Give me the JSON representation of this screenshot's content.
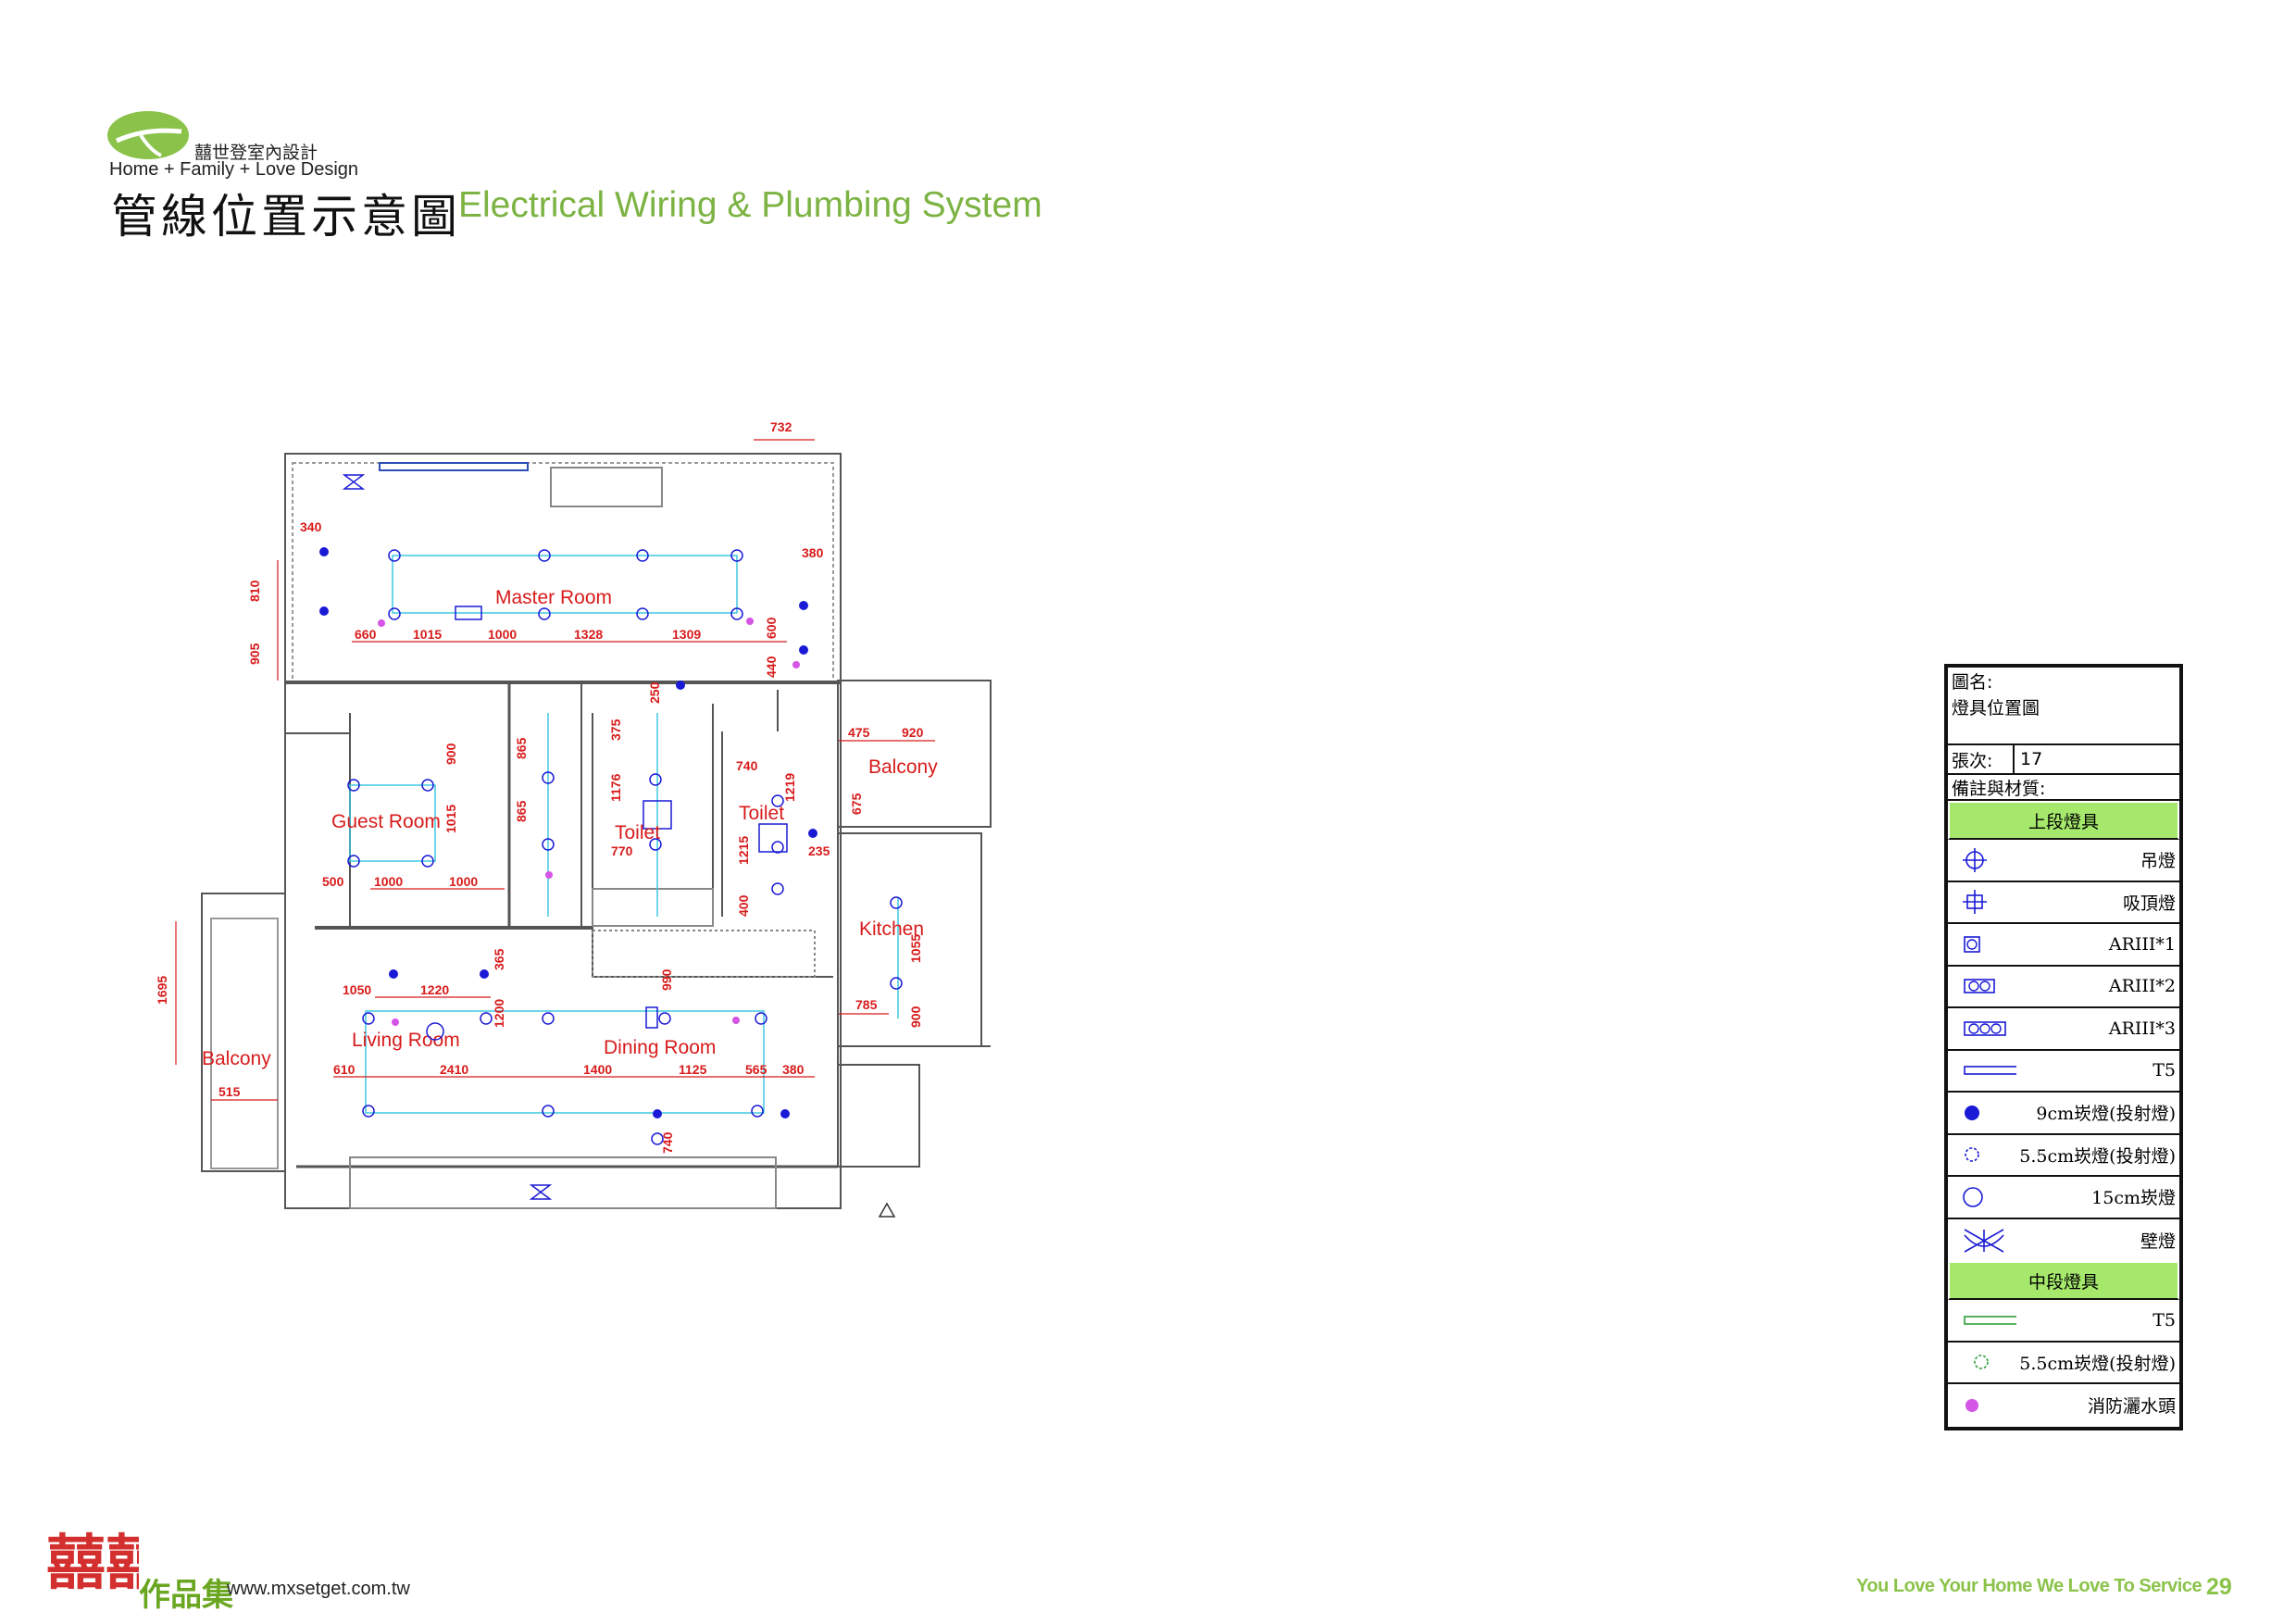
{
  "header": {
    "brand_cn": "囍世登室內設計",
    "brand_en": "Home + Family + Love Design",
    "title_cn": "管線位置示意圖",
    "title_en": "Electrical Wiring & Plumbing System"
  },
  "floorplan": {
    "rooms": {
      "master": "Master Room",
      "guest": "Guest Room",
      "toilet1": "Toilet",
      "toilet2": "Toilet",
      "balcony_right": "Balcony",
      "kitchen": "Kitchen",
      "living": "Living Room",
      "dining": "Dining Room",
      "balcony_left": "Balcony"
    },
    "dimensions": {
      "d732": "732",
      "d340": "340",
      "d380a": "380",
      "d810": "810",
      "d905": "905",
      "d660": "660",
      "d1015a": "1015",
      "d1000a": "1000",
      "d1328": "1328",
      "d1309": "1309",
      "d600": "600",
      "d440": "440",
      "d250": "250",
      "d375": "375",
      "d1176": "1176",
      "d770": "770",
      "d740a": "740",
      "d1219": "1219",
      "d1215": "1215",
      "d235": "235",
      "d400": "400",
      "d475": "475",
      "d920": "920",
      "d675": "675",
      "d900a": "900",
      "d865a": "865",
      "d865b": "865",
      "d1015b": "1015",
      "d500": "500",
      "d1000b": "1000",
      "d1000c": "1000",
      "d1055": "1055",
      "d785": "785",
      "d900b": "900",
      "d1695": "1695",
      "d1050": "1050",
      "d1220": "1220",
      "d365": "365",
      "d990": "990",
      "d1200": "1200",
      "d610": "610",
      "d2410": "2410",
      "d1400": "1400",
      "d1125": "1125",
      "d565": "565",
      "d380b": "380",
      "d515": "515",
      "d740b": "740"
    }
  },
  "legend": {
    "drawing_name_label": "圖名:",
    "drawing_name": "燈具位置圖",
    "sheet_label": "張次:",
    "sheet_no": "17",
    "notes_label": "備註與材質:",
    "upper_section": "上段燈具",
    "upper_items": [
      {
        "label": "吊燈",
        "icon": "pendant-light-icon"
      },
      {
        "label": "吸頂燈",
        "icon": "ceiling-light-icon"
      },
      {
        "label": "ARIII*1",
        "icon": "ar111-single-icon"
      },
      {
        "label": "ARIII*2",
        "icon": "ar111-double-icon"
      },
      {
        "label": "ARIII*3",
        "icon": "ar111-triple-icon"
      },
      {
        "label": "T5",
        "icon": "t5-tube-icon"
      },
      {
        "label": "9cm崁燈(投射燈)",
        "icon": "9cm-downlight-icon"
      },
      {
        "label": "5.5cm崁燈(投射燈)",
        "icon": "5cm-downlight-icon"
      },
      {
        "label": "15cm崁燈",
        "icon": "15cm-downlight-icon"
      },
      {
        "label": "壁燈",
        "icon": "wall-lamp-icon"
      }
    ],
    "middle_section": "中段燈具",
    "middle_items": [
      {
        "label": "T5",
        "icon": "t5-tube-green-icon"
      },
      {
        "label": "5.5cm崁燈(投射燈)",
        "icon": "5cm-downlight-green-icon"
      },
      {
        "label": "消防灑水頭",
        "icon": "sprinkler-icon"
      }
    ],
    "colors": {
      "blue": "#1a1ad6",
      "green": "#2e9e3a",
      "magenta": "#d455e6",
      "section_bg": "#a5e86b"
    }
  },
  "footer": {
    "logo_glyph": "囍囍",
    "logo_text": "作品集",
    "website": "www.mxsetget.com.tw",
    "slogan": "You Love Your Home We Love To Service",
    "page_number": "29"
  }
}
